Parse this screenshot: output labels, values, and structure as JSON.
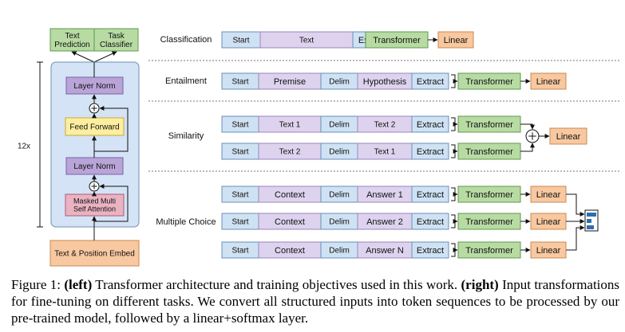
{
  "left": {
    "heads": [
      "Text\nPrediction",
      "Task\nClassifier"
    ],
    "layer_norm": "Layer Norm",
    "feed_forward": "Feed Forward",
    "attention": "Masked Multi\nSelf Attention",
    "repeat": "12x",
    "embed": "Text & Position Embed",
    "plus": "+"
  },
  "tasks": [
    {
      "name": "Classification",
      "rows": [
        [
          "Start",
          "Text",
          "Extract"
        ]
      ]
    },
    {
      "name": "Entailment",
      "rows": [
        [
          "Start",
          "Premise",
          "Delim",
          "Hypothesis",
          "Extract"
        ]
      ]
    },
    {
      "name": "Similarity",
      "rows": [
        [
          "Start",
          "Text 1",
          "Delim",
          "Text 2",
          "Extract"
        ],
        [
          "Start",
          "Text 2",
          "Delim",
          "Text 1",
          "Extract"
        ]
      ]
    },
    {
      "name": "Multiple Choice",
      "rows": [
        [
          "Start",
          "Context",
          "Delim",
          "Answer 1",
          "Extract"
        ],
        [
          "Start",
          "Context",
          "Delim",
          "Answer 2",
          "Extract"
        ],
        [
          "Start",
          "Context",
          "Delim",
          "Answer N",
          "Extract"
        ]
      ]
    }
  ],
  "labels": {
    "transformer": "Transformer",
    "linear": "Linear",
    "plus": "+"
  },
  "caption": {
    "figure_label": "Figure 1:",
    "left_tag": "(left)",
    "left_text": "Transformer architecture and training objectives used in this work.",
    "right_tag": "(right)",
    "right_text": "Input transformations for fine-tuning on different tasks. We convert all structured inputs into token sequences to be processed by our pre-trained model, followed by a linear+softmax layer."
  },
  "colors": {
    "blue": "#cfe2f3",
    "blue_stroke": "#6a8fb8",
    "purple": "#ded3ee",
    "purple_stroke": "#9a86bd",
    "green": "#b7dba3",
    "green_stroke": "#5f9a4c",
    "orange": "#f8c8a0",
    "orange_stroke": "#c98a50",
    "yellow": "#fdeea0",
    "yellow_stroke": "#c9a93a",
    "pink": "#eab3c2",
    "pink_stroke": "#b05a75",
    "lnorm": "#b9a4d8",
    "lnorm_stroke": "#7a62a8",
    "panel": "#d4e3f5",
    "panel_stroke": "#6f8fb5"
  }
}
